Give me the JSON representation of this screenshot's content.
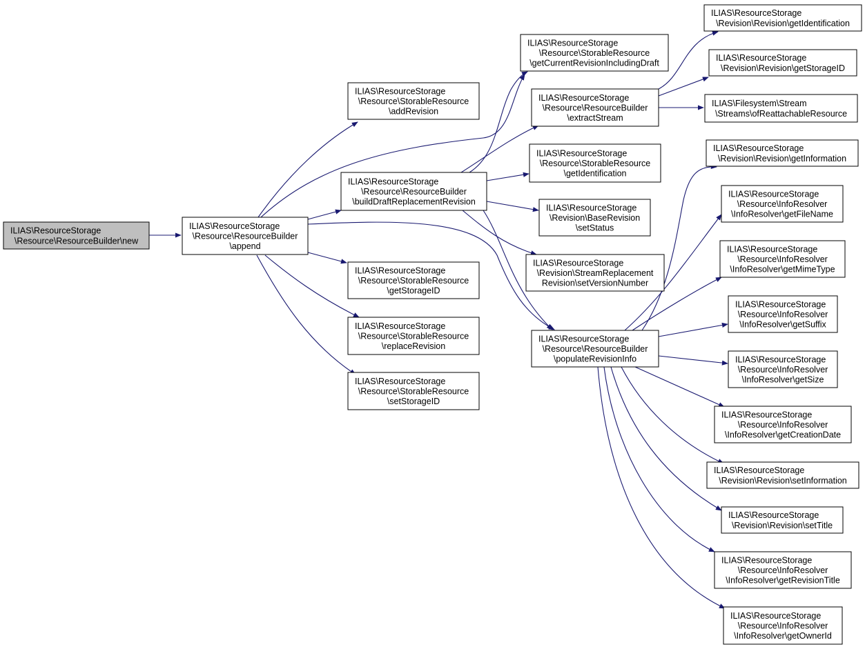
{
  "colors": {
    "edge": "#191970",
    "root_fill": "#bfbfbf",
    "node_fill": "#ffffff",
    "border": "#000000"
  },
  "nodes": [
    {
      "id": "n0",
      "root": true,
      "lines": [
        "ILIAS\\ResourceStorage",
        "\\Resource\\ResourceBuilder\\new"
      ]
    },
    {
      "id": "n1",
      "lines": [
        "ILIAS\\ResourceStorage",
        "\\Resource\\ResourceBuilder",
        "\\append"
      ]
    },
    {
      "id": "n2",
      "lines": [
        "ILIAS\\ResourceStorage",
        "\\Resource\\StorableResource",
        "\\addRevision"
      ]
    },
    {
      "id": "n3",
      "lines": [
        "ILIAS\\ResourceStorage",
        "\\Resource\\ResourceBuilder",
        "\\buildDraftReplacementRevision"
      ]
    },
    {
      "id": "n4",
      "lines": [
        "ILIAS\\ResourceStorage",
        "\\Resource\\StorableResource",
        "\\getStorageID"
      ]
    },
    {
      "id": "n5",
      "lines": [
        "ILIAS\\ResourceStorage",
        "\\Resource\\StorableResource",
        "\\replaceRevision"
      ]
    },
    {
      "id": "n6",
      "lines": [
        "ILIAS\\ResourceStorage",
        "\\Resource\\StorableResource",
        "\\setStorageID"
      ]
    },
    {
      "id": "n7",
      "lines": [
        "ILIAS\\ResourceStorage",
        "\\Resource\\StorableResource",
        "\\getCurrentRevisionIncludingDraft"
      ]
    },
    {
      "id": "n8",
      "lines": [
        "ILIAS\\ResourceStorage",
        "\\Resource\\ResourceBuilder",
        "\\extractStream"
      ]
    },
    {
      "id": "n9",
      "lines": [
        "ILIAS\\ResourceStorage",
        "\\Resource\\StorableResource",
        "\\getIdentification"
      ]
    },
    {
      "id": "n10",
      "lines": [
        "ILIAS\\ResourceStorage",
        "\\Revision\\BaseRevision",
        "\\setStatus"
      ]
    },
    {
      "id": "n11",
      "lines": [
        "ILIAS\\ResourceStorage",
        "\\Revision\\StreamReplacement",
        "Revision\\setVersionNumber"
      ]
    },
    {
      "id": "n12",
      "lines": [
        "ILIAS\\ResourceStorage",
        "\\Resource\\ResourceBuilder",
        "\\populateRevisionInfo"
      ]
    },
    {
      "id": "n13",
      "lines": [
        "ILIAS\\ResourceStorage",
        "\\Revision\\Revision\\getIdentification"
      ]
    },
    {
      "id": "n14",
      "lines": [
        "ILIAS\\ResourceStorage",
        "\\Revision\\Revision\\getStorageID"
      ]
    },
    {
      "id": "n15",
      "lines": [
        "ILIAS\\Filesystem\\Stream",
        "\\Streams\\ofReattachableResource"
      ]
    },
    {
      "id": "n16",
      "lines": [
        "ILIAS\\ResourceStorage",
        "\\Revision\\Revision\\getInformation"
      ]
    },
    {
      "id": "n17",
      "lines": [
        "ILIAS\\ResourceStorage",
        "\\Resource\\InfoResolver",
        "\\InfoResolver\\getFileName"
      ]
    },
    {
      "id": "n18",
      "lines": [
        "ILIAS\\ResourceStorage",
        "\\Resource\\InfoResolver",
        "\\InfoResolver\\getMimeType"
      ]
    },
    {
      "id": "n19",
      "lines": [
        "ILIAS\\ResourceStorage",
        "\\Resource\\InfoResolver",
        "\\InfoResolver\\getSuffix"
      ]
    },
    {
      "id": "n20",
      "lines": [
        "ILIAS\\ResourceStorage",
        "\\Resource\\InfoResolver",
        "\\InfoResolver\\getSize"
      ]
    },
    {
      "id": "n21",
      "lines": [
        "ILIAS\\ResourceStorage",
        "\\Resource\\InfoResolver",
        "\\InfoResolver\\getCreationDate"
      ]
    },
    {
      "id": "n22",
      "lines": [
        "ILIAS\\ResourceStorage",
        "\\Revision\\Revision\\setInformation"
      ]
    },
    {
      "id": "n23",
      "lines": [
        "ILIAS\\ResourceStorage",
        "\\Revision\\Revision\\setTitle"
      ]
    },
    {
      "id": "n24",
      "lines": [
        "ILIAS\\ResourceStorage",
        "\\Resource\\InfoResolver",
        "\\InfoResolver\\getRevisionTitle"
      ]
    },
    {
      "id": "n25",
      "lines": [
        "ILIAS\\ResourceStorage",
        "\\Resource\\InfoResolver",
        "\\InfoResolver\\getOwnerId"
      ]
    }
  ],
  "edges": [
    [
      "n0",
      "n1"
    ],
    [
      "n1",
      "n2"
    ],
    [
      "n1",
      "n7"
    ],
    [
      "n1",
      "n3"
    ],
    [
      "n1",
      "n12"
    ],
    [
      "n1",
      "n4"
    ],
    [
      "n1",
      "n5"
    ],
    [
      "n1",
      "n6"
    ],
    [
      "n3",
      "n7"
    ],
    [
      "n3",
      "n8"
    ],
    [
      "n3",
      "n9"
    ],
    [
      "n3",
      "n10"
    ],
    [
      "n3",
      "n11"
    ],
    [
      "n3",
      "n12"
    ],
    [
      "n8",
      "n13"
    ],
    [
      "n8",
      "n14"
    ],
    [
      "n8",
      "n15"
    ],
    [
      "n12",
      "n16"
    ],
    [
      "n12",
      "n17"
    ],
    [
      "n12",
      "n18"
    ],
    [
      "n12",
      "n19"
    ],
    [
      "n12",
      "n20"
    ],
    [
      "n12",
      "n21"
    ],
    [
      "n12",
      "n22"
    ],
    [
      "n12",
      "n23"
    ],
    [
      "n12",
      "n24"
    ],
    [
      "n12",
      "n25"
    ]
  ]
}
